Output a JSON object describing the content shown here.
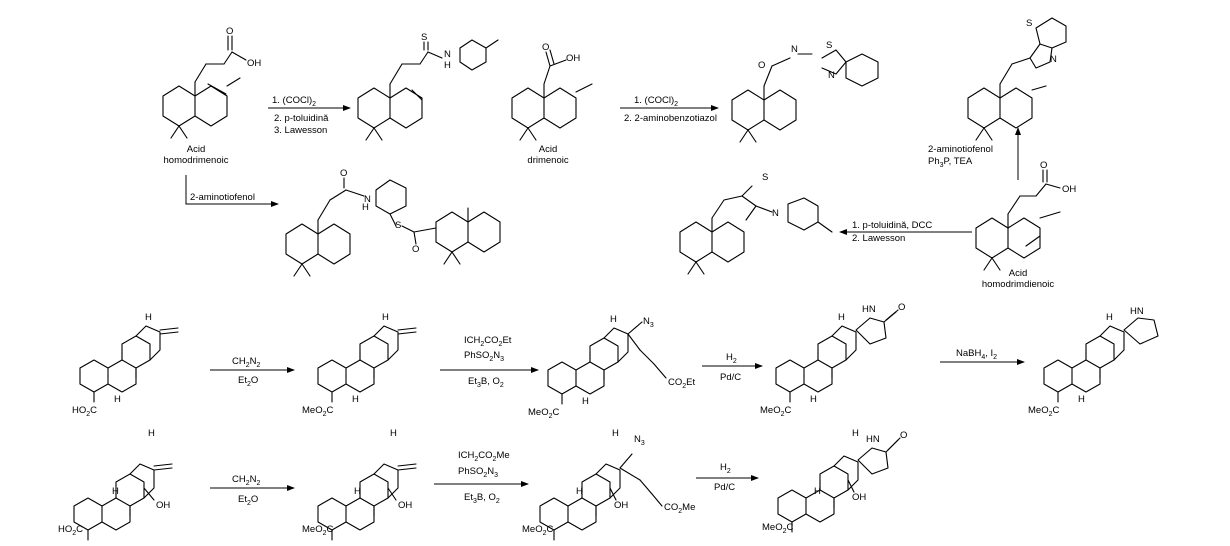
{
  "top_row": {
    "homodrimenoic_name": [
      "Acid",
      "homodrimenoic"
    ],
    "drimenoic_name": [
      "Acid",
      "drimenoic"
    ],
    "homodrimdienoic_name": [
      "Acid",
      "homodrimdienoic"
    ],
    "arrow1": [
      "1. (COCl)",
      "2. p-toluidină",
      "3. Lawesson"
    ],
    "arrow1_sub": "2",
    "arrow2": [
      "2-aminotiofenol"
    ],
    "arrow3": [
      "1. (COCl)",
      "2. 2-aminobenzotiazol"
    ],
    "arrow3_sub": "2",
    "arrow4": [
      "2-aminotiofenol",
      "Ph",
      "P, TEA"
    ],
    "arrow4_sub": "3",
    "arrow5": [
      "1. p-toluidină, DCC",
      "2. Lawesson"
    ]
  },
  "bottom_rows": {
    "ch2n2": "CH",
    "ch2n2_sub": "2",
    "ch2n2_tail": "N",
    "et2o": "Et",
    "et2o_sub": "2",
    "et2o_tail": "O",
    "row1_radical": [
      "ICH",
      "CO",
      "Et",
      "PhSO",
      "N",
      "Et",
      "B, O"
    ],
    "row2_radical": [
      "ICH",
      "CO",
      "Me",
      "PhSO",
      "N",
      "Et",
      "B, O"
    ],
    "h2": "H",
    "pdc": "Pd/C",
    "nabh4": "NaBH",
    "nabh4_tail": ", I",
    "sub2": "2",
    "sub3": "3",
    "sub4": "4"
  },
  "atoms": {
    "O": "O",
    "OH": "OH",
    "S": "S",
    "N": "N",
    "NH": "H",
    "H": "H",
    "HN": "HN",
    "N3": "N",
    "HO2C": "HO",
    "MeO2C": "MeO",
    "C": "C",
    "CO2Et": "CO",
    "Et": "Et",
    "CO2Me": "CO",
    "Me": "Me"
  }
}
